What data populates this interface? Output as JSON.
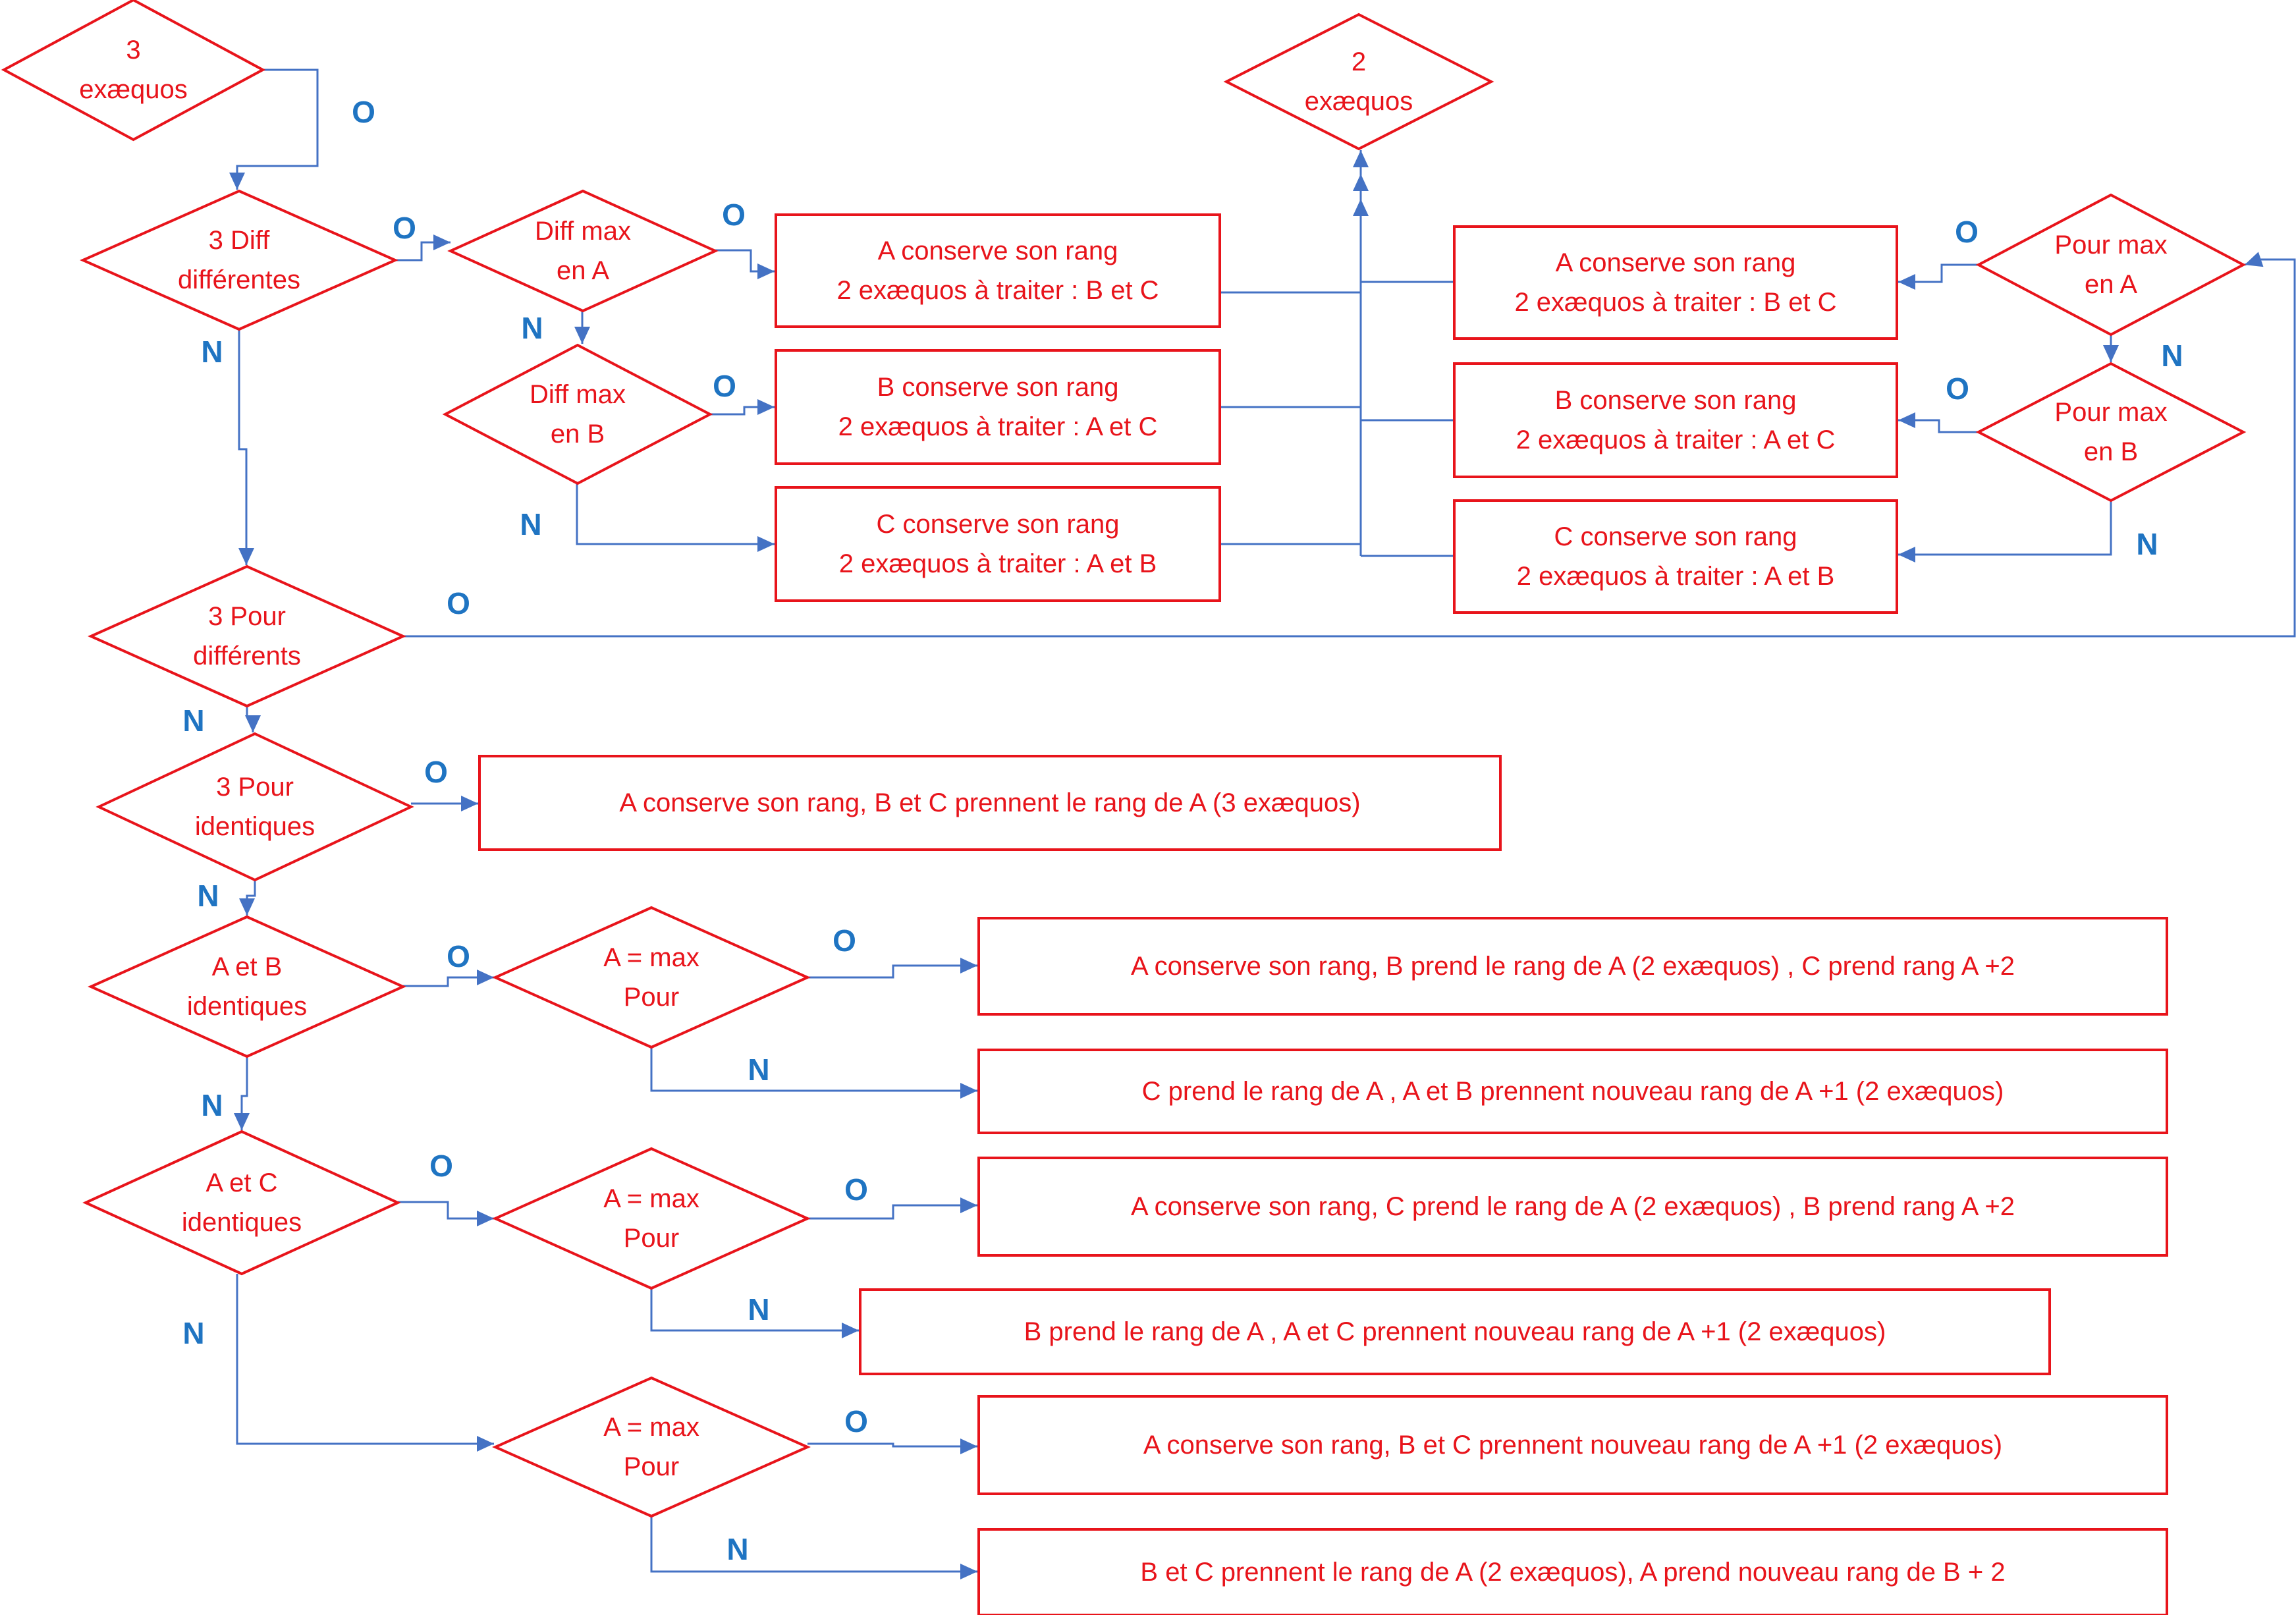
{
  "colors": {
    "node": "#e8141b",
    "connector": "#4472c4",
    "label": "#1f74c2",
    "background": "#ffffff"
  },
  "labels": {
    "yes": "O",
    "no": "N"
  },
  "decisions": {
    "d_3ex": [
      "3",
      "exæquos"
    ],
    "d_2ex": [
      "2",
      "exæquos"
    ],
    "d_3diff": [
      "3 Diff",
      "différentes"
    ],
    "d_diffA": [
      "Diff max",
      "en A"
    ],
    "d_diffB": [
      "Diff max",
      "en B"
    ],
    "d_3pour": [
      "3 Pour",
      "différents"
    ],
    "d_pourA": [
      "Pour max",
      "en A"
    ],
    "d_pourB": [
      "Pour max",
      "en B"
    ],
    "d_3pourid": [
      "3 Pour",
      "identiques"
    ],
    "d_ABid": [
      "A et B",
      "identiques"
    ],
    "d_ACid": [
      "A et C",
      "identiques"
    ],
    "d_amax1": [
      "A = max",
      "Pour"
    ],
    "d_amax2": [
      "A = max",
      "Pour"
    ],
    "d_amax3": [
      "A = max",
      "Pour"
    ]
  },
  "boxes": {
    "b_L1": [
      "A conserve son rang",
      "2 exæquos à traiter : B et C"
    ],
    "b_L2": [
      "B conserve son rang",
      "2 exæquos à traiter : A et C"
    ],
    "b_L3": [
      "C conserve son rang",
      "2 exæquos à traiter : A et B"
    ],
    "b_R1": [
      "A conserve son rang",
      "2 exæquos à traiter : B et C"
    ],
    "b_R2": [
      "B conserve son rang",
      "2 exæquos à traiter : A et C"
    ],
    "b_R3": [
      "C conserve son rang",
      "2 exæquos à traiter : A et B"
    ],
    "b_3id": [
      "A conserve son rang, B et C prennent le rang de A (3 exæquos)"
    ],
    "b_AB_yes": [
      "A conserve son rang, B prend le rang de A (2 exæquos) , C prend rang A +2"
    ],
    "b_AB_no": [
      "C prend le rang de A , A et B prennent nouveau rang de A  +1 (2 exæquos)"
    ],
    "b_AC_yes": [
      "A conserve son rang, C prend le rang de A (2 exæquos) , B prend rang A +2"
    ],
    "b_AC_no": [
      "B prend le rang de A , A et  C prennent nouveau rang de A  +1 (2 exæquos)"
    ],
    "b_BC_yes": [
      "A conserve son rang, B et C  prennent nouveau rang de A  +1 (2 exæquos)"
    ],
    "b_BC_no": [
      "B et C prennent le rang de A  (2 exæquos), A prend nouveau rang de B + 2"
    ]
  }
}
